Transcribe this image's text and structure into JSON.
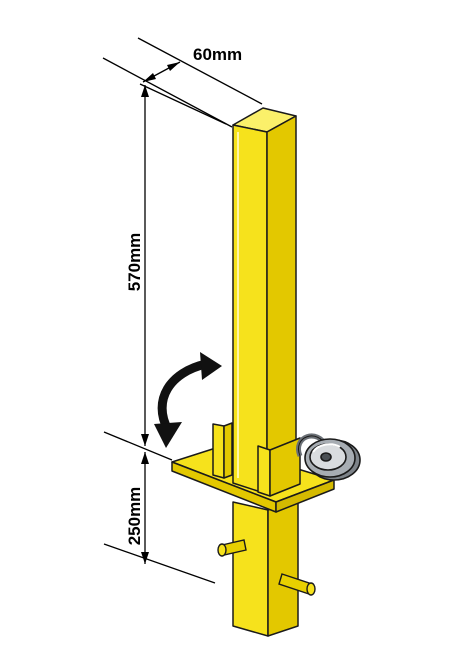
{
  "dimensions": {
    "width_label": "60mm",
    "height_label": "570mm",
    "depth_label": "250mm"
  },
  "colors": {
    "post_front": "#F6E21C",
    "post_side": "#E3C800",
    "post_top": "#FBF06A",
    "outline": "#1a1a1a",
    "padlock_body": "#9aa0a6",
    "padlock_shine": "#e6e8ea",
    "arrow": "#111111",
    "dimension_line": "#000000"
  },
  "icons": {
    "rotation": "curved-double-arrow-icon",
    "lock": "padlock-icon"
  }
}
